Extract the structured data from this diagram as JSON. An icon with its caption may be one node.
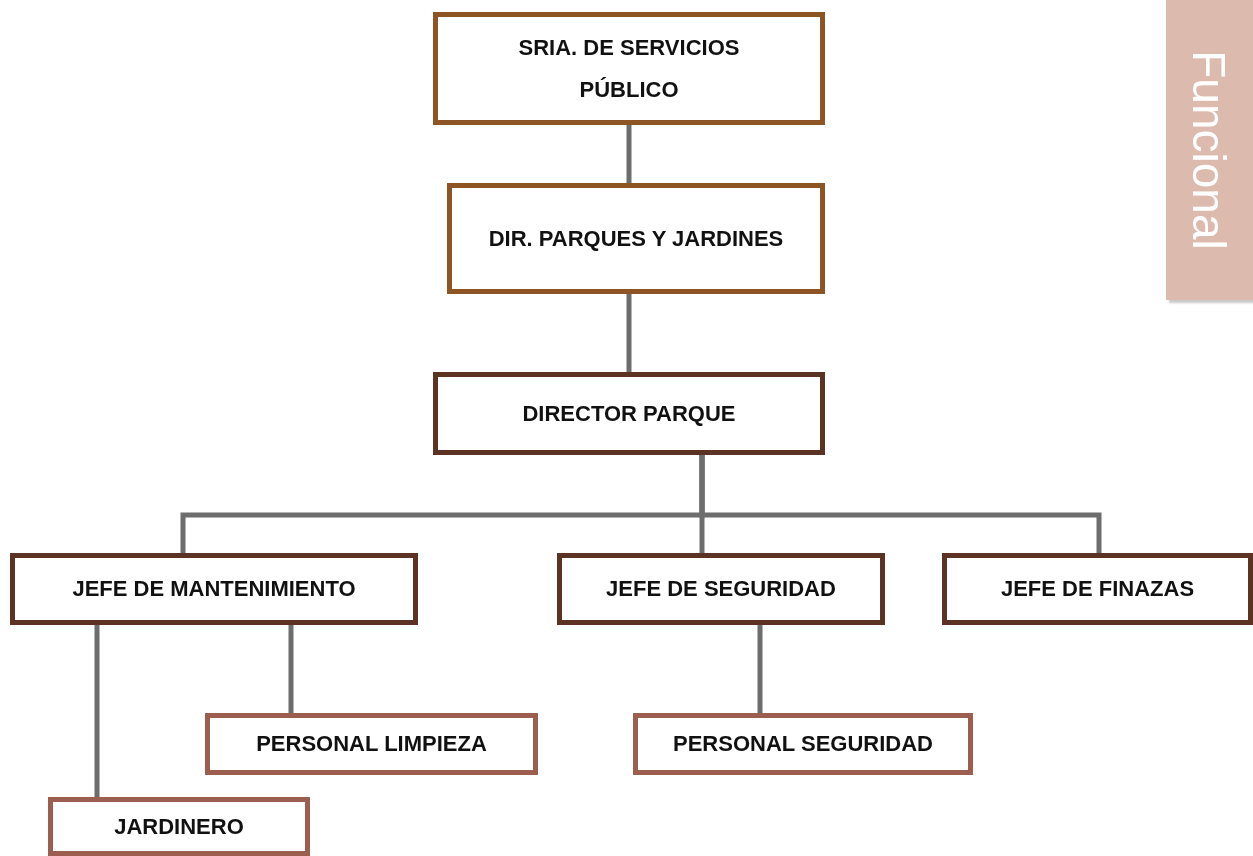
{
  "diagram": {
    "nodes": [
      {
        "text": [
          "SRIA. DE SERVICIOS PÚBLICO"
        ]
      },
      {
        "text": [
          "DIR. PARQUES Y JARDINES"
        ]
      },
      {
        "text": [
          "DIRECTOR PARQUE"
        ]
      },
      {
        "text": [
          "JEFE DE MANTENIMIENTO"
        ]
      },
      {
        "text": [
          "JEFE DE SEGURIDAD"
        ]
      },
      {
        "text": [
          "JEFE DE FINAZAS"
        ]
      },
      {
        "text": [
          "PERSONAL LIMPIEZA"
        ]
      },
      {
        "text": [
          "PERSONAL SEGURIDAD"
        ]
      },
      {
        "text": [
          "JARDINERO"
        ]
      }
    ],
    "edges": [
      {
        "from": 0,
        "to": 1,
        "arrow": "none"
      },
      {
        "from": 1,
        "to": 2,
        "arrow": "none"
      },
      {
        "from": 2,
        "to": 3,
        "arrow": "none"
      },
      {
        "from": 2,
        "to": 4,
        "arrow": "none"
      },
      {
        "from": 2,
        "to": 5,
        "arrow": "none"
      },
      {
        "from": 3,
        "to": 8,
        "arrow": "none"
      },
      {
        "from": 3,
        "to": 6,
        "arrow": "none"
      },
      {
        "from": 4,
        "to": 7,
        "arrow": "none"
      }
    ],
    "labels": [
      "Funcional"
    ]
  }
}
